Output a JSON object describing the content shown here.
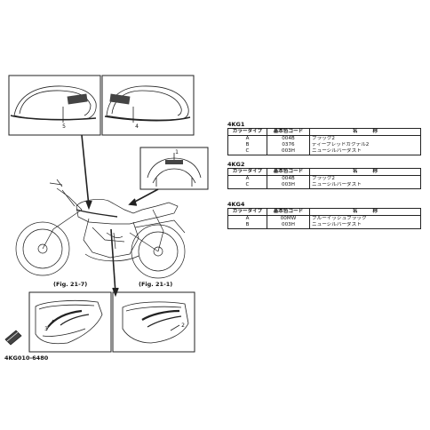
{
  "diagram": {
    "callouts": [
      "5",
      "4",
      "1",
      "3",
      "2"
    ],
    "figure_refs": [
      "(Fig. 21-7)",
      "(Fig. 21-1)"
    ],
    "drawing_code": "4KG010-6480"
  },
  "color_tables": [
    {
      "model_code": "4KG1",
      "headers": [
        "カラータイプ",
        "基本色コード",
        "名　　　称"
      ],
      "rows": [
        {
          "type": "A",
          "code": "004B",
          "name": "ブラック2"
        },
        {
          "type": "B",
          "code": "0376",
          "name": "ディープレッドカクテル2"
        },
        {
          "type": "C",
          "code": "003H",
          "name": "ニューシルバーダスト"
        }
      ]
    },
    {
      "model_code": "4KG2",
      "headers": [
        "カラータイプ",
        "基本色コード",
        "名　　　称"
      ],
      "rows": [
        {
          "type": "A",
          "code": "004B",
          "name": "ブラック2"
        },
        {
          "type": "C",
          "code": "003H",
          "name": "ニューシルバーダスト"
        }
      ]
    },
    {
      "model_code": "4KG4",
      "headers": [
        "カラータイプ",
        "基本色コード",
        "名　　　称"
      ],
      "rows": [
        {
          "type": "A",
          "code": "00MW",
          "name": "ブルーイッシュブラック"
        },
        {
          "type": "B",
          "code": "003H",
          "name": "ニューシルバーダスト"
        }
      ]
    }
  ]
}
